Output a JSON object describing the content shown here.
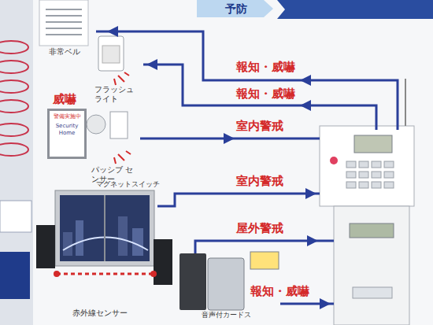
{
  "diagram": {
    "nodes": [
      {
        "text": [
          "非常ベル"
        ]
      },
      {
        "text": [
          "フラッシュ ライト"
        ]
      },
      {
        "text": [
          "威嚇",
          "警備実施中",
          "Security Home"
        ]
      },
      {
        "text": [
          "パッシブ センサー"
        ]
      },
      {
        "text": [
          "マグネットスイッチ"
        ]
      },
      {
        "text": [
          "赤外線センサー"
        ]
      },
      {
        "text": [
          "音声付カードス"
        ]
      }
    ],
    "labels": [
      "予防",
      "報知・威嚇",
      "報知・威嚇",
      "室内警戒",
      "室内警戒",
      "屋外警戒",
      "報知・威嚇"
    ]
  }
}
